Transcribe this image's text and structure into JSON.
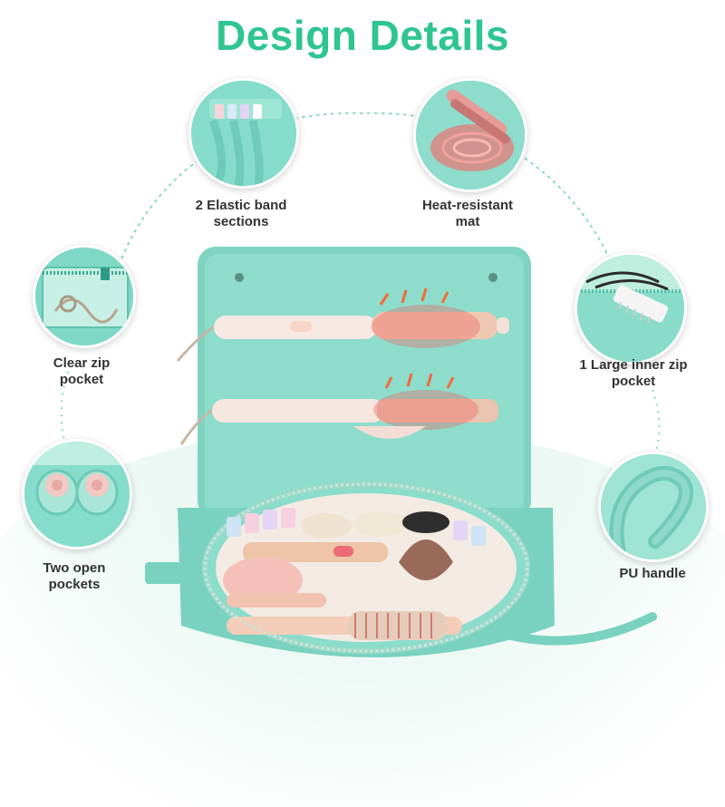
{
  "title": "Design Details",
  "colors": {
    "accent": "#2fc58f",
    "mint": "#7fd9c8",
    "text": "#333333"
  },
  "features": [
    {
      "label": "2 Elastic band\nsections",
      "icon": "elastic-band-icon"
    },
    {
      "label": "Heat-resistant\nmat",
      "icon": "heat-mat-icon"
    },
    {
      "label": "Clear zip\npocket",
      "icon": "clear-pocket-icon"
    },
    {
      "label": "1 Large inner zip\npocket",
      "icon": "inner-zip-icon"
    },
    {
      "label": "Two open\npockets",
      "icon": "open-pockets-icon"
    },
    {
      "label": "PU handle",
      "icon": "handle-icon"
    }
  ]
}
